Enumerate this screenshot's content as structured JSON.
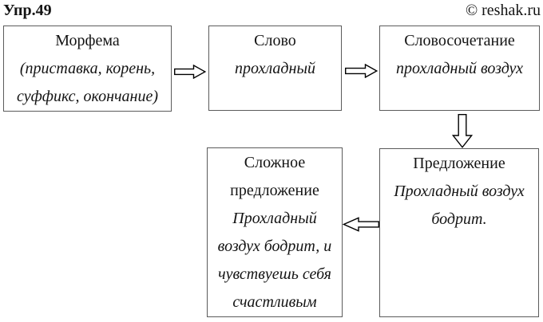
{
  "header": {
    "exercise_label": "Упр.49",
    "copyright": "© reshak.ru"
  },
  "diagram": {
    "boxes": [
      {
        "key": "morpheme",
        "title": "Морфема",
        "example": "(приставка, корень, суффикс, окончание)"
      },
      {
        "key": "word",
        "title": "Слово",
        "example": "прохладный"
      },
      {
        "key": "phrase",
        "title": "Словосочетание",
        "example": "прохладный воздух"
      },
      {
        "key": "sentence",
        "title": "Предложение",
        "example": "Прохладный воздух бодрит."
      },
      {
        "key": "complex_sentence",
        "title": "Сложное предложение",
        "example": "Прохладный воздух бодрит, и чувствуешь себя счастливым"
      }
    ],
    "arrows": [
      {
        "direction": "right",
        "from": "Морфема",
        "to": "Слово"
      },
      {
        "direction": "right",
        "from": "Слово",
        "to": "Словосочетание"
      },
      {
        "direction": "down",
        "from": "Словосочетание",
        "to": "Предложение"
      },
      {
        "direction": "left",
        "from": "Предложение",
        "to": "Сложное предложение"
      }
    ]
  },
  "colors": {
    "background": "#ffffff",
    "box_border": "#5b5b5b",
    "text": "#141414",
    "arrow_outline": "#000000",
    "arrow_fill": "#ffffff"
  }
}
